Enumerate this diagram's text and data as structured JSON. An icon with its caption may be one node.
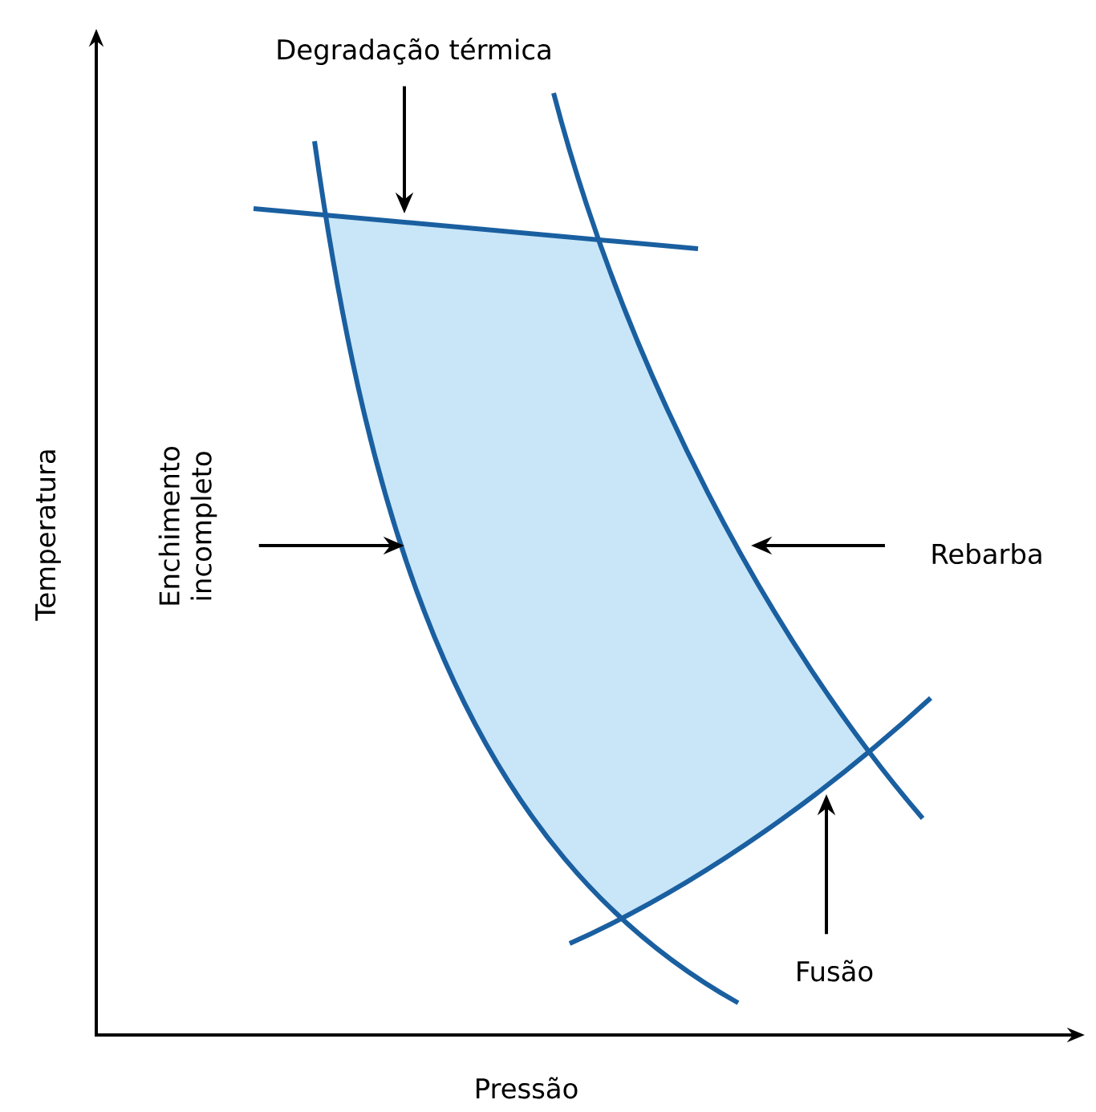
{
  "diagram": {
    "nodes": [
      {
        "text": [
          "Degradação térmica"
        ]
      },
      {
        "text": [
          "Enchimento incompleto"
        ]
      },
      {
        "text": [
          "Rebarba"
        ]
      },
      {
        "text": [
          "Fusão"
        ]
      }
    ],
    "edges": [
      {
        "from": 0,
        "to": null,
        "arrow": "to"
      },
      {
        "from": 1,
        "to": null,
        "arrow": "to"
      },
      {
        "from": 2,
        "to": null,
        "arrow": "to"
      },
      {
        "from": 3,
        "to": null,
        "arrow": "to"
      }
    ],
    "labels": [
      "Temperatura",
      "Pressão"
    ]
  }
}
